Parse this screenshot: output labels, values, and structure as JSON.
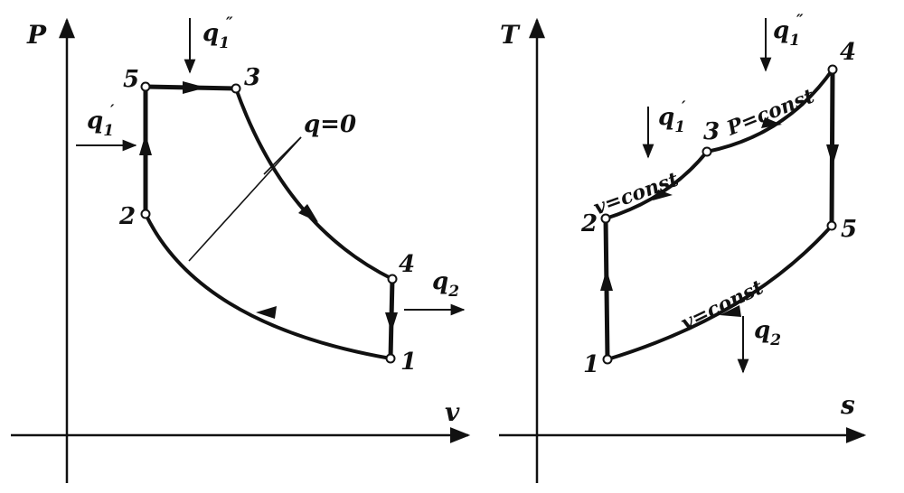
{
  "pv": {
    "axis_y": "P",
    "axis_x": "v",
    "points": [
      "1",
      "2",
      "3",
      "4",
      "5"
    ],
    "heat_in_partial": "q",
    "heat_in_partial_sub": "1",
    "heat_in_partial_prime": "′",
    "heat_in_main": "q",
    "heat_in_main_sub": "1",
    "heat_in_main_prime": "″",
    "heat_out": "q",
    "heat_out_sub": "2",
    "adiabat_label": "q=0"
  },
  "ts": {
    "axis_y": "T",
    "axis_x": "s",
    "points": [
      "1",
      "2",
      "3",
      "4",
      "5"
    ],
    "heat_in_partial": "q",
    "heat_in_partial_sub": "1",
    "heat_in_partial_prime": "′",
    "heat_in_main": "q",
    "heat_in_main_sub": "1",
    "heat_in_main_prime": "″",
    "heat_out": "q",
    "heat_out_sub": "2",
    "isochore_upper": "v=const",
    "isobar": "P=const",
    "isochore_lower": "v=const"
  },
  "colors": {
    "ink": "#111111",
    "background": "#ffffff"
  }
}
